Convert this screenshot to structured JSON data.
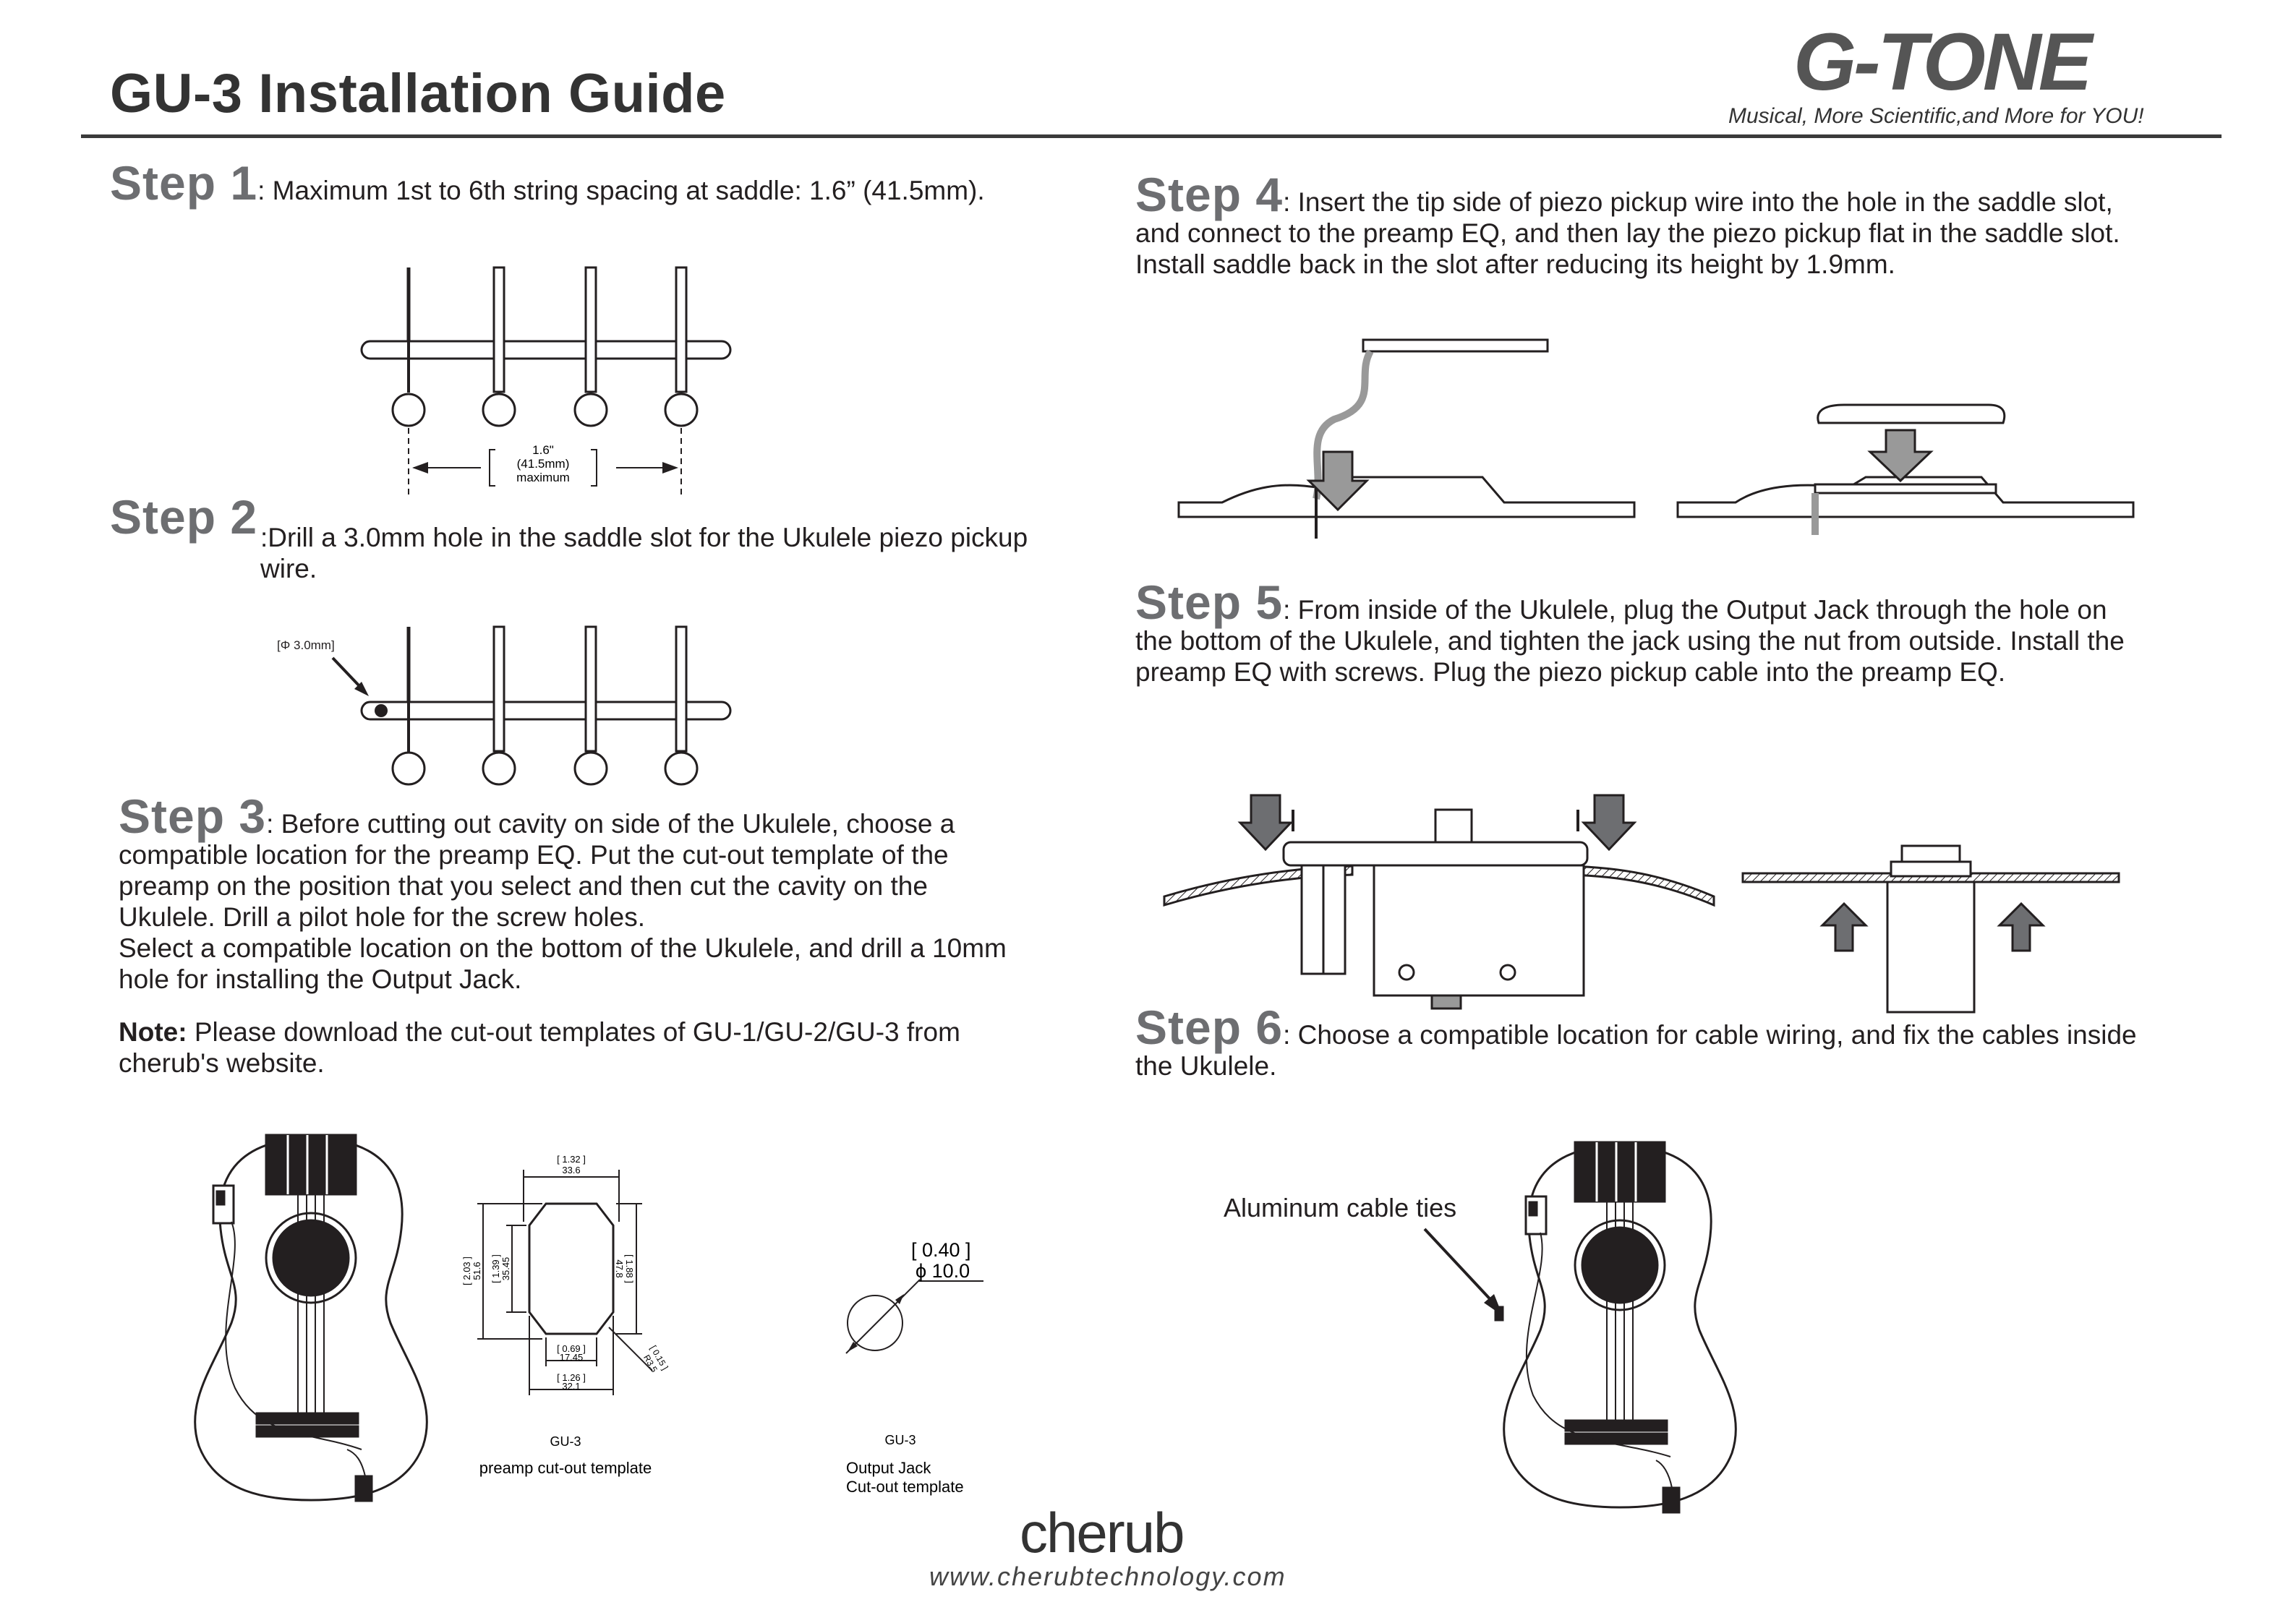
{
  "header": {
    "title": "GU-3 Installation Guide",
    "brand": "G-TONE",
    "tagline": "Musical, More Scientific,and More for YOU!"
  },
  "steps": [
    {
      "label": "Step 1",
      "text": ": Maximum 1st to 6th string spacing at saddle: 1.6” (41.5mm)."
    },
    {
      "label": "Step 2",
      "text": ":Drill a 3.0mm hole in the saddle slot for the Ukulele piezo pickup wire."
    },
    {
      "label": "Step 3",
      "text": ": Before cutting out cavity on side of the Ukulele, choose a compatible location for the preamp EQ. Put the cut-out template of the preamp on the position that you select and then cut the cavity on the Ukulele. Drill a pilot hole for the screw holes."
    },
    {
      "label": "Step 4",
      "text": ": Insert the tip side of piezo pickup wire into the hole in the saddle slot, and connect to the preamp EQ, and then lay the piezo pickup flat in the saddle slot. Install saddle back in the slot after reducing its height by 1.9mm."
    },
    {
      "label": "Step 5",
      "text": ": From inside of the Ukulele, plug the Output Jack through the hole on the bottom of the Ukulele, and tighten the jack using the nut from outside. Install the preamp EQ with screws. Plug the piezo pickup cable into the preamp EQ."
    },
    {
      "label": "Step 6",
      "text": ": Choose a compatible location for cable wiring, and fix the cables inside the Ukulele."
    }
  ],
  "step3_extra": "Select a compatible location on the bottom of the Ukulele, and drill a 10mm hole for installing the Output Jack.",
  "note": {
    "label": "Note:",
    "text": " Please download the cut-out templates of GU-1/GU-2/GU-3 from cherub's website."
  },
  "diagrams": {
    "spacing_inch": "1.6\"",
    "spacing_mm": "(41.5mm)",
    "spacing_max": "maximum",
    "hole_dim": "[Φ 3.0mm]",
    "tpl_w_in": "[ 1.32 ]",
    "tpl_w_mm": "33.6",
    "tpl_h_in": "[ 2.03 ]",
    "tpl_h_mm": "51.6",
    "tpl_h2_in": "[ 1.39 ]",
    "tpl_h2_mm": "35.45",
    "tpl_r_in": "[ 1.88 ]",
    "tpl_r_mm": "47.8",
    "tpl_b_in": "[ 0.69 ]",
    "tpl_b_mm": "17.45",
    "tpl_bb_in": "[ 1.26 ]",
    "tpl_bb_mm": "32.1",
    "tpl_c_in": "[ 0.15 ]",
    "tpl_c_mm": "R3.5",
    "preamp_model": "GU-3",
    "preamp_caption": "preamp cut-out template",
    "jack_in": "[ 0.40 ]",
    "jack_mm": "ϕ 10.0",
    "jack_model": "GU-3",
    "jack_caption_1": "Output Jack",
    "jack_caption_2": "Cut-out template",
    "cable_ties": "Aluminum cable ties"
  },
  "footer": {
    "company": "cherub",
    "website": "www.cherubtechnology.com"
  }
}
